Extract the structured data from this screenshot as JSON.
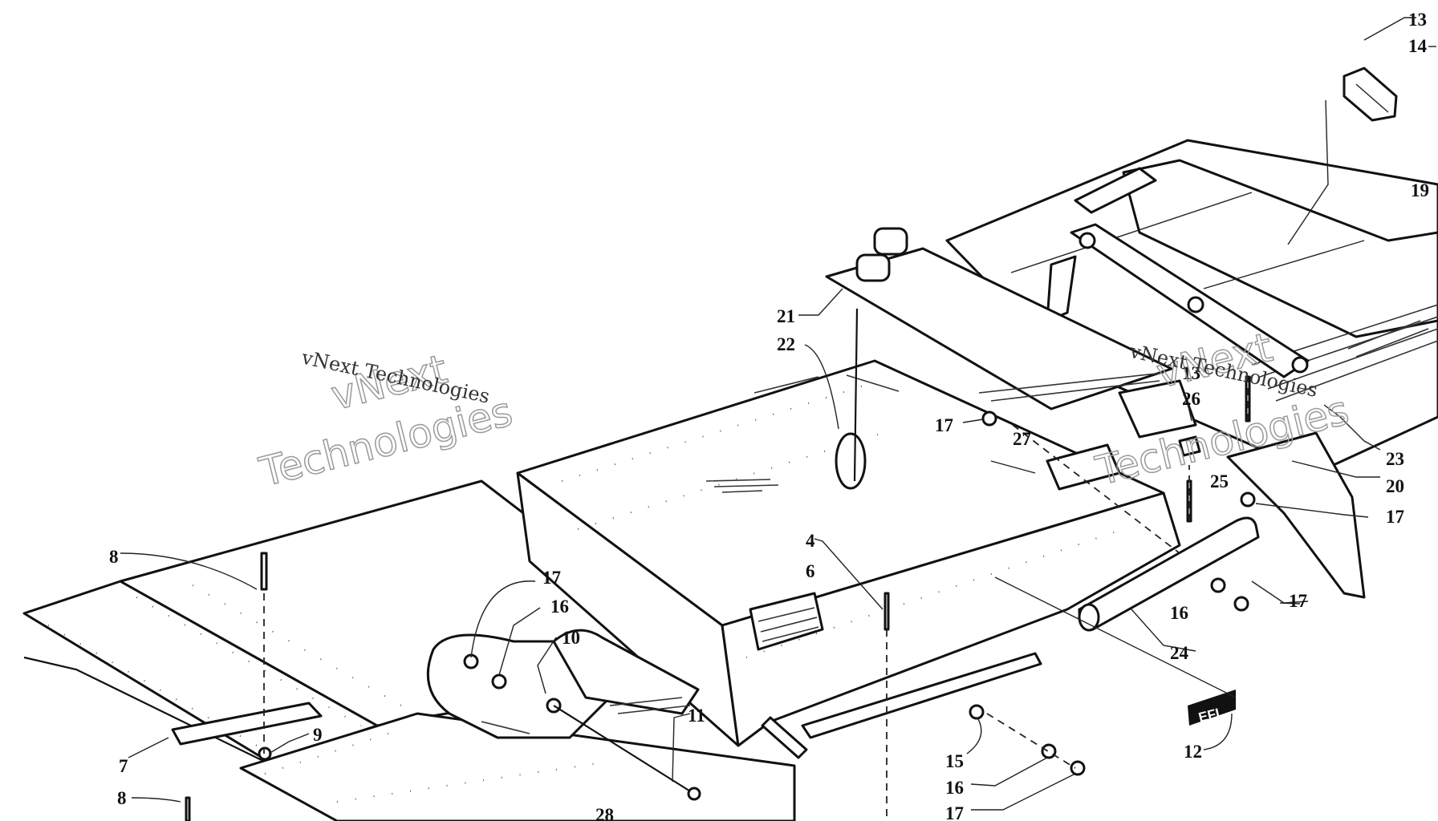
{
  "diagram": {
    "callouts": [
      {
        "id": "c-13-top",
        "text": "13"
      },
      {
        "id": "c-14",
        "text": "14"
      },
      {
        "id": "c-19",
        "text": "19"
      },
      {
        "id": "c-21",
        "text": "21"
      },
      {
        "id": "c-22",
        "text": "22"
      },
      {
        "id": "c-13-mid",
        "text": "13"
      },
      {
        "id": "c-26",
        "text": "26"
      },
      {
        "id": "c-17-a",
        "text": "17"
      },
      {
        "id": "c-27",
        "text": "27"
      },
      {
        "id": "c-25",
        "text": "25"
      },
      {
        "id": "c-23",
        "text": "23"
      },
      {
        "id": "c-20",
        "text": "20"
      },
      {
        "id": "c-17-b",
        "text": "17"
      },
      {
        "id": "c-4",
        "text": "4"
      },
      {
        "id": "c-6",
        "text": "6"
      },
      {
        "id": "c-16-a",
        "text": "16"
      },
      {
        "id": "c-17-c",
        "text": "17"
      },
      {
        "id": "c-24",
        "text": "24"
      },
      {
        "id": "c-8-top",
        "text": "8"
      },
      {
        "id": "c-17-d",
        "text": "17"
      },
      {
        "id": "c-16-b",
        "text": "16"
      },
      {
        "id": "c-10",
        "text": "10"
      },
      {
        "id": "c-9",
        "text": "9"
      },
      {
        "id": "c-7",
        "text": "7"
      },
      {
        "id": "c-8-bot",
        "text": "8"
      },
      {
        "id": "c-11",
        "text": "11"
      },
      {
        "id": "c-12",
        "text": "12"
      },
      {
        "id": "c-15",
        "text": "15"
      },
      {
        "id": "c-16-c",
        "text": "16"
      },
      {
        "id": "c-17-e",
        "text": "17"
      },
      {
        "id": "c-28",
        "text": "28"
      }
    ],
    "decal_text": "EFI",
    "watermarks": [
      {
        "id": "wm-1-line1",
        "text": "vNext"
      },
      {
        "id": "wm-1-line2",
        "text": "Technologies"
      },
      {
        "id": "wm-1-small",
        "text": "vNext Technologies"
      },
      {
        "id": "wm-2-line1",
        "text": "vNext"
      },
      {
        "id": "wm-2-line2",
        "text": "Technologies"
      },
      {
        "id": "wm-2-small",
        "text": "vNext Technologies"
      }
    ]
  }
}
